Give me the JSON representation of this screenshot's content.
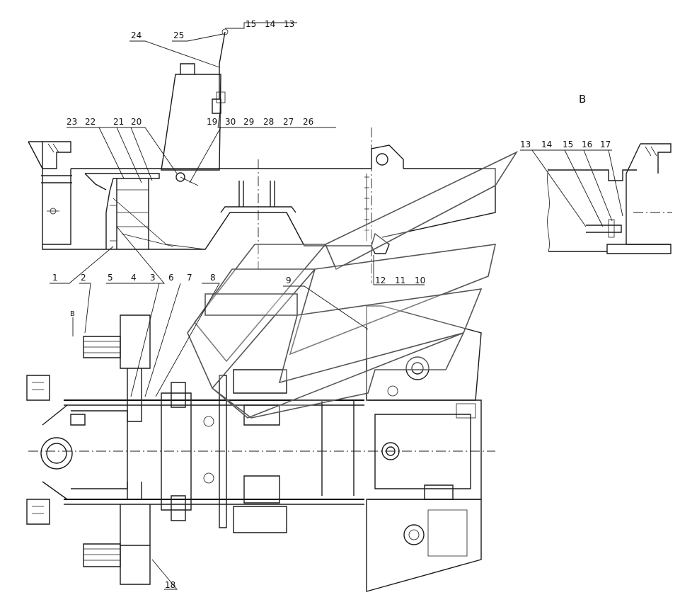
{
  "view_label": "B",
  "top_callouts": [
    "24",
    "25",
    "15",
    "14",
    "13"
  ],
  "side_callouts_left": [
    "23",
    "22",
    "21",
    "20",
    "19"
  ],
  "side_callouts_right": [
    "30",
    "29",
    "28",
    "27",
    "26"
  ],
  "detail_callouts": [
    "13",
    "14",
    "15",
    "16",
    "17"
  ],
  "bottom_callouts_left": [
    "1",
    "2",
    "5",
    "4",
    "3",
    "6",
    "7",
    "8"
  ],
  "mid_callouts": [
    "9",
    "12",
    "11",
    "10"
  ],
  "lower_callout": "18",
  "arrow_label": "B",
  "colors": {
    "line": "#1a1a1a",
    "watermark": "#555555",
    "background": "#ffffff"
  }
}
